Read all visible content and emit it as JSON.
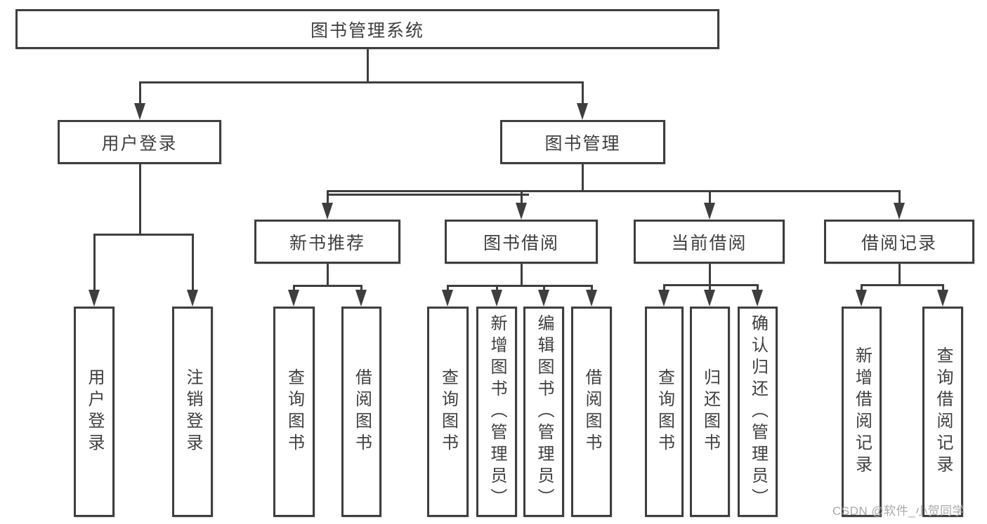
{
  "tree": {
    "label": "图书管理系统",
    "children": [
      {
        "label": "用户登录",
        "children": [
          {
            "label": "用户登录"
          },
          {
            "label": "注销登录"
          }
        ]
      },
      {
        "label": "图书管理",
        "children": [
          {
            "label": "新书推荐",
            "children": [
              {
                "label": "查询图书"
              },
              {
                "label": "借阅图书"
              }
            ]
          },
          {
            "label": "图书借阅",
            "children": [
              {
                "label": "查询图书"
              },
              {
                "label": "新增图书（管理员）"
              },
              {
                "label": "编辑图书（管理员）"
              },
              {
                "label": "借阅图书"
              }
            ]
          },
          {
            "label": "当前借阅",
            "children": [
              {
                "label": "查询图书"
              },
              {
                "label": "归还图书"
              },
              {
                "label": "确认归还（管理员）"
              }
            ]
          },
          {
            "label": "借阅记录",
            "children": [
              {
                "label": "新增借阅记录"
              },
              {
                "label": "查询借阅记录"
              }
            ]
          }
        ]
      }
    ]
  },
  "watermark": "CSDN @软件_小贺同学",
  "colors": {
    "line": "#3e3e3e",
    "text": "#3f3f3f",
    "background": "#ffffff",
    "watermark": "#a9a9a9"
  }
}
